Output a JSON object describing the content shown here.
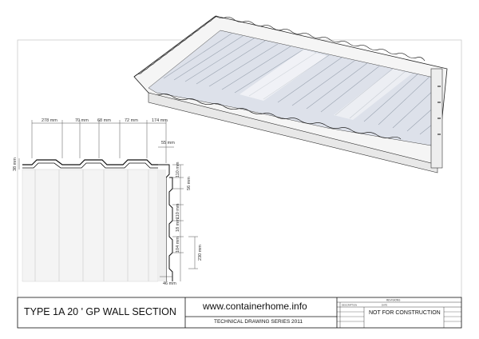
{
  "drawing": {
    "top_dims": [
      "278 mm",
      "70 mm",
      "68 mm",
      "72 mm",
      "174 mm"
    ],
    "side_dims": [
      "55 mm",
      "110 mm",
      "56 mm",
      "110 mm",
      "18 mm",
      "104 mm",
      "230 mm"
    ],
    "left_dim": "38 mm",
    "bottom_dim": "46 mm"
  },
  "title_block": {
    "title": "TYPE 1A 20 ' GP WALL SECTION",
    "website": "www.containerhome.info",
    "series": "TECHNICAL DRAWING SERIES 2011",
    "revisions_header": "REVISIONS",
    "rev_col1": "DESCRIPTION",
    "rev_col2": "DATE",
    "status": "NOT FOR CONSTRUCTION"
  },
  "colors": {
    "line": "#111111",
    "fill_light": "#f2f2f2",
    "roof_panel": "#d9dde6",
    "accent": "#6a6a6a"
  }
}
